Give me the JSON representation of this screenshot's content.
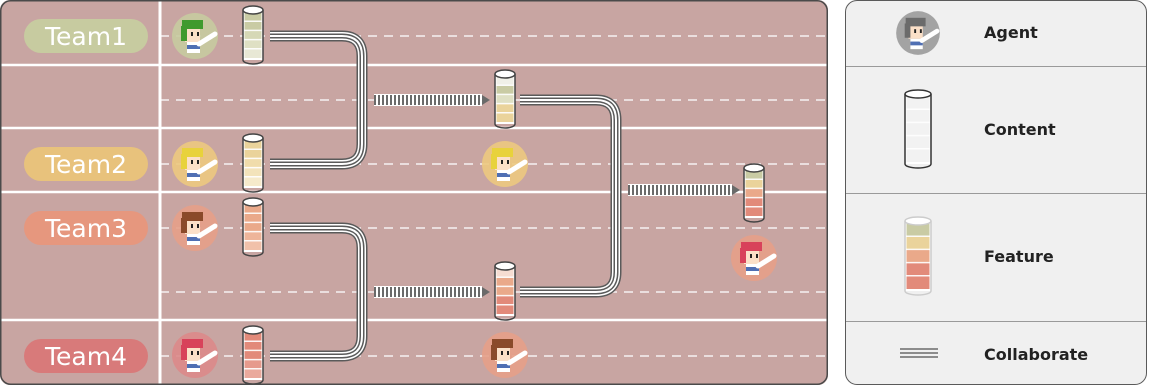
{
  "teams": [
    {
      "label": "Team1",
      "pill_color": "#c7cba0",
      "agent_hair": "#3f9a2e"
    },
    {
      "label": "Team2",
      "pill_color": "#e8c27c",
      "agent_hair": "#e8d23c"
    },
    {
      "label": "Team3",
      "pill_color": "#e6977e",
      "agent_hair": "#8a4a2a"
    },
    {
      "label": "Team4",
      "pill_color": "#d87a7a",
      "agent_hair": "#d8425a"
    }
  ],
  "colors": {
    "board_bg": "#c8a5a2",
    "feature_green": "#c9cba4",
    "feature_yellow": "#ead39b",
    "feature_orange": "#eaa98a",
    "feature_red": "#e28a7a"
  },
  "legend": {
    "agent_label": "Agent",
    "content_label": "Content",
    "feature_label": "Feature",
    "collaborate_label": "Collaborate"
  }
}
